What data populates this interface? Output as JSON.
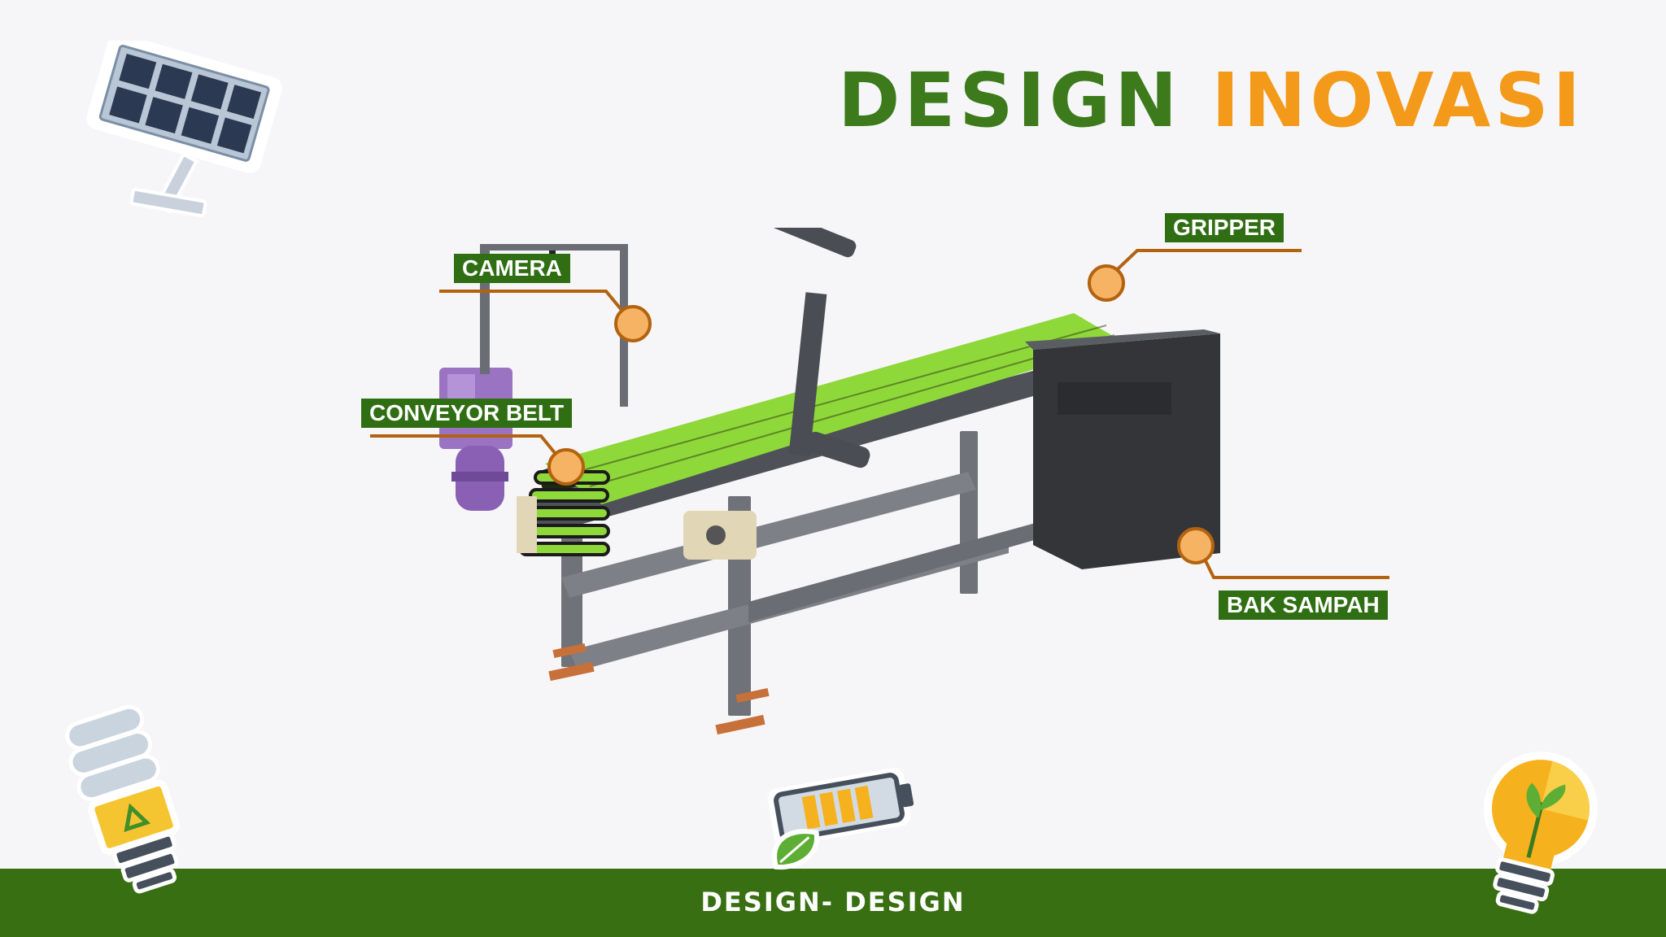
{
  "header": {
    "title_part1": "DESIGN",
    "title_part2": "INOVASI"
  },
  "callouts": {
    "camera": "CAMERA",
    "conveyor_belt": "CONVEYOR BELT",
    "gripper": "GRIPPER",
    "bak_sampah": "BAK SAMPAH"
  },
  "footer": {
    "text": "DESIGN- DESIGN"
  },
  "icons": [
    "solar-panel-icon",
    "eco-bulb-icon",
    "eco-battery-icon",
    "plant-bulb-icon"
  ],
  "colors": {
    "title_green": "#3c7a1b",
    "title_orange": "#f49a1a",
    "label_green": "#2f6e12",
    "callout_line": "#b3630f",
    "callout_dot": "#f6b364",
    "belt_green": "#8fd83a",
    "footer_green": "#386f12"
  }
}
